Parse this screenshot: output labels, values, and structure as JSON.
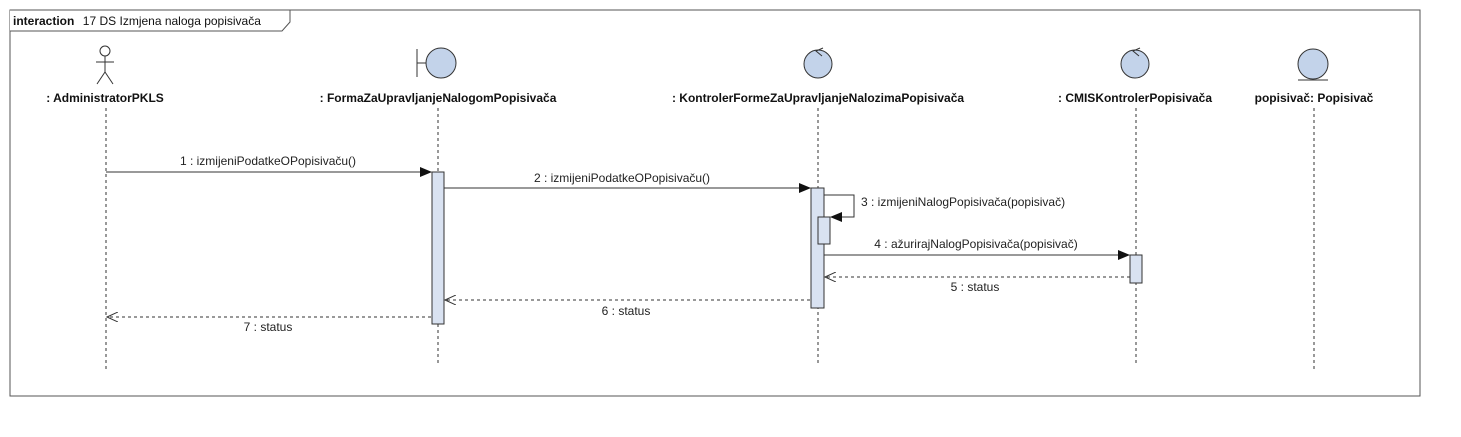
{
  "frame": {
    "keyword": "interaction",
    "name": "17 DS Izmjena naloga popisivača"
  },
  "lifelines": [
    {
      "id": "admin",
      "label": ": AdministratorPKLS",
      "kind": "actor"
    },
    {
      "id": "forma",
      "label": ": FormaZaUpravljanjeNalogomPopisivača",
      "kind": "boundary"
    },
    {
      "id": "kontroler",
      "label": ": KontrolerFormeZaUpravljanjeNalozimaPopisivača",
      "kind": "control"
    },
    {
      "id": "cmis",
      "label": ": CMISKontrolerPopisivača",
      "kind": "control"
    },
    {
      "id": "entitet",
      "label": "popisivač: Popisivač",
      "kind": "entity"
    }
  ],
  "messages": [
    {
      "label": "1 : izmijeniPodatkeOPopisivaču()",
      "from": "admin",
      "to": "forma",
      "type": "sync"
    },
    {
      "label": "2 : izmijeniPodatkeOPopisivaču()",
      "from": "forma",
      "to": "kontroler",
      "type": "sync"
    },
    {
      "label": "3 : izmijeniNalogPopisivača(popisivač)",
      "from": "kontroler",
      "to": "kontroler",
      "type": "self"
    },
    {
      "label": "4 : ažurirajNalogPopisivača(popisivač)",
      "from": "kontroler",
      "to": "cmis",
      "type": "sync"
    },
    {
      "label": "5 : status",
      "from": "cmis",
      "to": "kontroler",
      "type": "return"
    },
    {
      "label": "6 : status",
      "from": "kontroler",
      "to": "forma",
      "type": "return"
    },
    {
      "label": "7 : status",
      "from": "forma",
      "to": "admin",
      "type": "return"
    }
  ],
  "colors": {
    "icon_fill": "#c3d3ea",
    "activation_fill": "#d9e2f1",
    "line": "#333333"
  }
}
